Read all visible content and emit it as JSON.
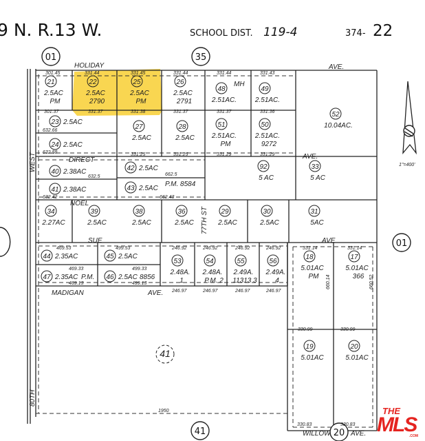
{
  "header": {
    "township": "9 N. R.13 W.",
    "school_dist_label": "SCHOOL DIST.",
    "school_dist_value": "119-4",
    "book": "374-",
    "page": "22"
  },
  "highlight_color": "#f8cf32",
  "map_sheet_refs": [
    {
      "label": "01"
    },
    {
      "label": "35"
    },
    {
      "label": "01"
    },
    {
      "label": "41"
    },
    {
      "label": "20"
    }
  ],
  "streets": [
    "HOLIDAY",
    "AVE.",
    "DIRECT",
    "AVE.",
    "NOEL",
    "SUE",
    "AVE",
    "MADIGAN",
    "AVE.",
    "WILLOW",
    "AVE.",
    "80TH",
    "WEST",
    "77TH ST"
  ],
  "scale": "1\"=400'",
  "parcels": [
    {
      "id": "21",
      "area": "2.5AC",
      "note": "PM"
    },
    {
      "id": "22",
      "area": "2.5AC",
      "note": "2790",
      "highlighted": true
    },
    {
      "id": "25",
      "area": "2.5AC",
      "note": "PM",
      "highlighted": true
    },
    {
      "id": "26",
      "area": "2.5AC",
      "note": "2791"
    },
    {
      "id": "48",
      "area": "2.51AC.",
      "note": "MH"
    },
    {
      "id": "49",
      "area": "2.51AC.",
      "note": ""
    },
    {
      "id": "52",
      "area": "10.04AC.",
      "note": ""
    },
    {
      "id": "23",
      "area": "2.5AC",
      "note": ""
    },
    {
      "id": "24",
      "area": "2.5AC",
      "note": ""
    },
    {
      "id": "27",
      "area": "2.5AC",
      "note": ""
    },
    {
      "id": "28",
      "area": "2.5AC",
      "note": ""
    },
    {
      "id": "51",
      "area": "2.51AC.",
      "note": "PM"
    },
    {
      "id": "50",
      "area": "2.51AC.",
      "note": "9272"
    },
    {
      "id": "40",
      "area": "2.38AC",
      "note": ""
    },
    {
      "id": "41",
      "area": "2.38AC",
      "note": ""
    },
    {
      "id": "42",
      "area": "2.5AC",
      "note": ""
    },
    {
      "id": "43",
      "area": "2.5AC",
      "note": "P.M. 8584"
    },
    {
      "id": "92",
      "area": "5 AC",
      "note": ""
    },
    {
      "id": "33",
      "area": "5 AC",
      "note": ""
    },
    {
      "id": "34",
      "area": "2.27AC",
      "note": ""
    },
    {
      "id": "39",
      "area": "2.5AC",
      "note": ""
    },
    {
      "id": "38",
      "area": "2.5AC",
      "note": ""
    },
    {
      "id": "36",
      "area": "2.5AC",
      "note": ""
    },
    {
      "id": "29",
      "area": "2.5AC",
      "note": ""
    },
    {
      "id": "30",
      "area": "2.5AC",
      "note": ""
    },
    {
      "id": "31",
      "area": "5AC",
      "note": ""
    },
    {
      "id": "44",
      "area": "2.35AC",
      "note": ""
    },
    {
      "id": "47",
      "area": "2.35AC",
      "note": "P.M."
    },
    {
      "id": "45",
      "area": "2.5AC",
      "note": ""
    },
    {
      "id": "46",
      "area": "2.5AC",
      "note": "8856"
    },
    {
      "id": "53",
      "area": "2.48A.",
      "note": "1"
    },
    {
      "id": "54",
      "area": "2.48A.",
      "note": "P.M. 2"
    },
    {
      "id": "55",
      "area": "2.49A.",
      "note": "11313 3"
    },
    {
      "id": "56",
      "area": "2.49A.",
      "note": "4"
    },
    {
      "id": "18",
      "area": "5.01AC",
      "note": "PM"
    },
    {
      "id": "17",
      "area": "5.01AC",
      "note": "366"
    },
    {
      "id": "19",
      "area": "5.01AC",
      "note": ""
    },
    {
      "id": "20",
      "area": "5.01AC",
      "note": ""
    },
    {
      "id": "41",
      "area": "",
      "note": ""
    }
  ],
  "dimensions": [
    "301.45",
    "331.44",
    "331.45",
    "331.44",
    "331.44",
    "331.43",
    "301.37",
    "331.37",
    "331.38",
    "331.37",
    "331.37",
    "331.36",
    "632.66",
    "632.58",
    "331.25",
    "331.25",
    "331.29",
    "331.29",
    "632.5",
    "632.42",
    "662.5",
    "662.43",
    "469.53",
    "499.53",
    "246.92",
    "246.92",
    "246.92",
    "246.92",
    "469.33",
    "499.33",
    "469.13",
    "499.13",
    "246.97",
    "246.97",
    "246.97",
    "246.97",
    "331.14",
    "331.14",
    "330.99",
    "330.99",
    "330.83",
    "330.83",
    "660.14",
    "660.52",
    "1950"
  ],
  "logo": {
    "line1": "THE",
    "line2": "MLS",
    "suffix": ".COM",
    "color": "#e52420"
  }
}
